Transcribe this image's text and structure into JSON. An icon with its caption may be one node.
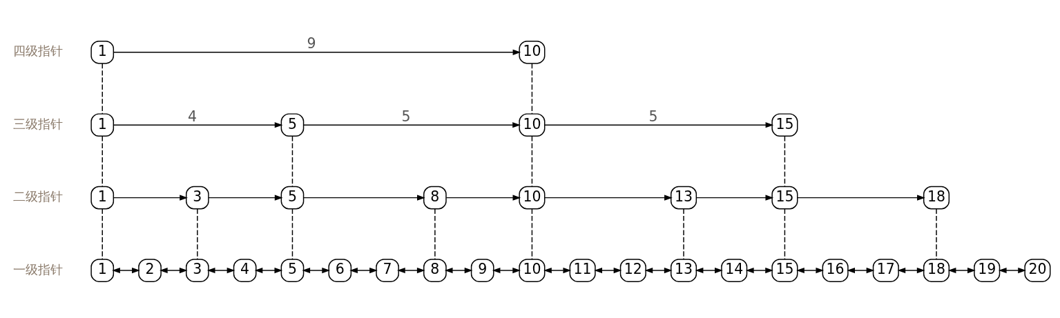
{
  "diagram": {
    "nodes": [
      {
        "text": [
          "1"
        ]
      },
      {
        "text": [
          "10"
        ]
      },
      {
        "text": [
          "1"
        ]
      },
      {
        "text": [
          "5"
        ]
      },
      {
        "text": [
          "10"
        ]
      },
      {
        "text": [
          "15"
        ]
      },
      {
        "text": [
          "1"
        ]
      },
      {
        "text": [
          "3"
        ]
      },
      {
        "text": [
          "5"
        ]
      },
      {
        "text": [
          "8"
        ]
      },
      {
        "text": [
          "10"
        ]
      },
      {
        "text": [
          "13"
        ]
      },
      {
        "text": [
          "15"
        ]
      },
      {
        "text": [
          "18"
        ]
      },
      {
        "text": [
          "1"
        ]
      },
      {
        "text": [
          "2"
        ]
      },
      {
        "text": [
          "3"
        ]
      },
      {
        "text": [
          "4"
        ]
      },
      {
        "text": [
          "5"
        ]
      },
      {
        "text": [
          "6"
        ]
      },
      {
        "text": [
          "7"
        ]
      },
      {
        "text": [
          "8"
        ]
      },
      {
        "text": [
          "9"
        ]
      },
      {
        "text": [
          "10"
        ]
      },
      {
        "text": [
          "11"
        ]
      },
      {
        "text": [
          "12"
        ]
      },
      {
        "text": [
          "13"
        ]
      },
      {
        "text": [
          "14"
        ]
      },
      {
        "text": [
          "15"
        ]
      },
      {
        "text": [
          "16"
        ]
      },
      {
        "text": [
          "17"
        ]
      },
      {
        "text": [
          "18"
        ]
      },
      {
        "text": [
          "19"
        ]
      },
      {
        "text": [
          "20"
        ]
      }
    ],
    "edges": [
      {
        "from": 0,
        "to": 1,
        "arrow": "to",
        "label": "9"
      },
      {
        "from": 2,
        "to": 3,
        "arrow": "to",
        "label": "4"
      },
      {
        "from": 3,
        "to": 4,
        "arrow": "to",
        "label": "5"
      },
      {
        "from": 4,
        "to": 5,
        "arrow": "to",
        "label": "5"
      },
      {
        "from": 6,
        "to": 7,
        "arrow": "to"
      },
      {
        "from": 7,
        "to": 8,
        "arrow": "to"
      },
      {
        "from": 8,
        "to": 9,
        "arrow": "to"
      },
      {
        "from": 9,
        "to": 10,
        "arrow": "to"
      },
      {
        "from": 10,
        "to": 11,
        "arrow": "to"
      },
      {
        "from": 11,
        "to": 12,
        "arrow": "to"
      },
      {
        "from": 12,
        "to": 13,
        "arrow": "to"
      },
      {
        "from": 14,
        "to": 15,
        "arrow": "both"
      },
      {
        "from": 15,
        "to": 16,
        "arrow": "both"
      },
      {
        "from": 16,
        "to": 17,
        "arrow": "both"
      },
      {
        "from": 17,
        "to": 18,
        "arrow": "both"
      },
      {
        "from": 18,
        "to": 19,
        "arrow": "both"
      },
      {
        "from": 19,
        "to": 20,
        "arrow": "both"
      },
      {
        "from": 20,
        "to": 21,
        "arrow": "both"
      },
      {
        "from": 21,
        "to": 22,
        "arrow": "both"
      },
      {
        "from": 22,
        "to": 23,
        "arrow": "both"
      },
      {
        "from": 23,
        "to": 24,
        "arrow": "both"
      },
      {
        "from": 24,
        "to": 25,
        "arrow": "both"
      },
      {
        "from": 25,
        "to": 26,
        "arrow": "both"
      },
      {
        "from": 26,
        "to": 27,
        "arrow": "both"
      },
      {
        "from": 27,
        "to": 28,
        "arrow": "both"
      },
      {
        "from": 28,
        "to": 29,
        "arrow": "both"
      },
      {
        "from": 29,
        "to": 30,
        "arrow": "both"
      },
      {
        "from": 30,
        "to": 31,
        "arrow": "both"
      },
      {
        "from": 31,
        "to": 32,
        "arrow": "both"
      },
      {
        "from": 32,
        "to": 33,
        "arrow": "both"
      },
      {
        "from": 0,
        "to": 2,
        "arrow": "none",
        "style": "dashed"
      },
      {
        "from": 1,
        "to": 4,
        "arrow": "none",
        "style": "dashed"
      },
      {
        "from": 2,
        "to": 6,
        "arrow": "none",
        "style": "dashed"
      },
      {
        "from": 3,
        "to": 8,
        "arrow": "none",
        "style": "dashed"
      },
      {
        "from": 4,
        "to": 10,
        "arrow": "none",
        "style": "dashed"
      },
      {
        "from": 5,
        "to": 12,
        "arrow": "none",
        "style": "dashed"
      },
      {
        "from": 6,
        "to": 14,
        "arrow": "none",
        "style": "dashed"
      },
      {
        "from": 7,
        "to": 16,
        "arrow": "none",
        "style": "dashed"
      },
      {
        "from": 8,
        "to": 18,
        "arrow": "none",
        "style": "dashed"
      },
      {
        "from": 9,
        "to": 21,
        "arrow": "none",
        "style": "dashed"
      },
      {
        "from": 10,
        "to": 23,
        "arrow": "none",
        "style": "dashed"
      },
      {
        "from": 11,
        "to": 26,
        "arrow": "none",
        "style": "dashed"
      },
      {
        "from": 12,
        "to": 28,
        "arrow": "none",
        "style": "dashed"
      },
      {
        "from": 13,
        "to": 31,
        "arrow": "none",
        "style": "dashed"
      }
    ],
    "labels": [
      "四级指针",
      "三级指针",
      "二级指针",
      "一级指针"
    ]
  }
}
